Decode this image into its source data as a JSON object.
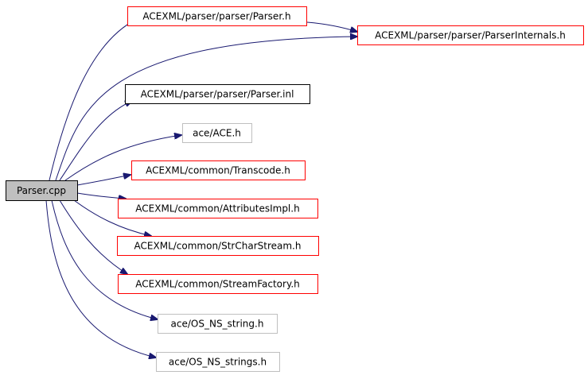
{
  "nodes": [
    {
      "id": "parser_cpp",
      "label": "Parser.cpp",
      "style": "root",
      "border": "#000000",
      "fill": "#bfbfbf"
    },
    {
      "id": "parser_h",
      "label": "ACEXML/parser/parser/Parser.h",
      "style": "red",
      "border": "#ff0000",
      "fill": "#ffffff"
    },
    {
      "id": "parser_internals_h",
      "label": "ACEXML/parser/parser/ParserInternals.h",
      "style": "red",
      "border": "#ff0000",
      "fill": "#ffffff"
    },
    {
      "id": "parser_inl",
      "label": "ACEXML/parser/parser/Parser.inl",
      "style": "black",
      "border": "#000000",
      "fill": "#ffffff"
    },
    {
      "id": "ace_h",
      "label": "ace/ACE.h",
      "style": "grey",
      "border": "#bfbfbf",
      "fill": "#ffffff"
    },
    {
      "id": "transcode_h",
      "label": "ACEXML/common/Transcode.h",
      "style": "red",
      "border": "#ff0000",
      "fill": "#ffffff"
    },
    {
      "id": "attributes_impl_h",
      "label": "ACEXML/common/AttributesImpl.h",
      "style": "red",
      "border": "#ff0000",
      "fill": "#ffffff"
    },
    {
      "id": "str_char_stream_h",
      "label": "ACEXML/common/StrCharStream.h",
      "style": "red",
      "border": "#ff0000",
      "fill": "#ffffff"
    },
    {
      "id": "stream_factory_h",
      "label": "ACEXML/common/StreamFactory.h",
      "style": "red",
      "border": "#ff0000",
      "fill": "#ffffff"
    },
    {
      "id": "os_ns_string_h",
      "label": "ace/OS_NS_string.h",
      "style": "grey",
      "border": "#bfbfbf",
      "fill": "#ffffff"
    },
    {
      "id": "os_ns_strings_h",
      "label": "ace/OS_NS_strings.h",
      "style": "grey",
      "border": "#bfbfbf",
      "fill": "#ffffff"
    }
  ],
  "edges": [
    {
      "from": "parser_cpp",
      "to": "parser_h"
    },
    {
      "from": "parser_h",
      "to": "parser_internals_h"
    },
    {
      "from": "parser_cpp",
      "to": "parser_internals_h"
    },
    {
      "from": "parser_cpp",
      "to": "parser_inl"
    },
    {
      "from": "parser_cpp",
      "to": "ace_h"
    },
    {
      "from": "parser_cpp",
      "to": "transcode_h"
    },
    {
      "from": "parser_cpp",
      "to": "attributes_impl_h"
    },
    {
      "from": "parser_cpp",
      "to": "str_char_stream_h"
    },
    {
      "from": "parser_cpp",
      "to": "stream_factory_h"
    },
    {
      "from": "parser_cpp",
      "to": "os_ns_string_h"
    },
    {
      "from": "parser_cpp",
      "to": "os_ns_strings_h"
    }
  ],
  "colors": {
    "edge": "#191970"
  }
}
